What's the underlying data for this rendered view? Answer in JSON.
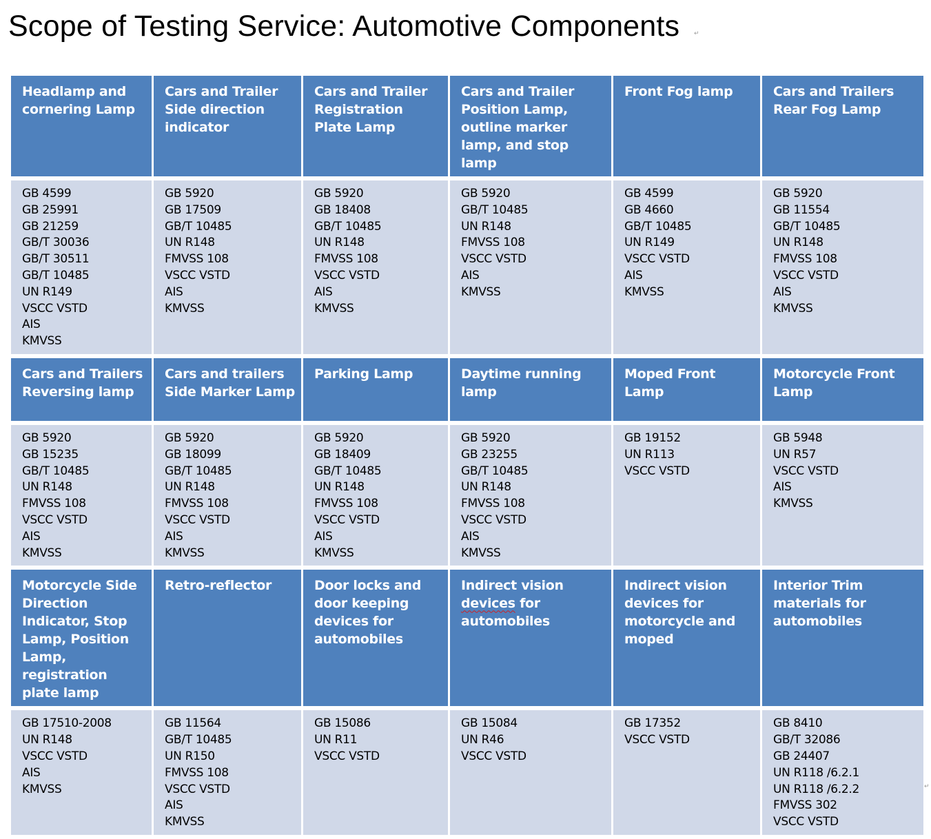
{
  "title": "Scope of Testing Service: Automotive Components",
  "rows": [
    {
      "headers": [
        "Headlamp and cornering Lamp",
        "Cars and Trailer Side direction indicator",
        "Cars and Trailer Registration Plate Lamp",
        "Cars and Trailer Position Lamp, outline marker lamp, and stop lamp",
        "Front Fog lamp",
        "Cars and Trailers Rear Fog Lamp"
      ],
      "standards": [
        [
          "GB 4599",
          "GB 25991",
          "GB 21259",
          "GB/T 30036",
          "GB/T 30511",
          "GB/T 10485",
          "UN R149",
          "VSCC VSTD",
          "AIS",
          "KMVSS"
        ],
        [
          "GB 5920",
          "GB 17509",
          "GB/T 10485",
          "UN R148",
          "FMVSS 108",
          "VSCC VSTD",
          "AIS",
          "KMVSS"
        ],
        [
          "GB 5920",
          "GB 18408",
          "GB/T 10485",
          "UN R148",
          "FMVSS 108",
          "VSCC VSTD",
          "AIS",
          "KMVSS"
        ],
        [
          "GB 5920",
          "GB/T 10485",
          "UN R148",
          "FMVSS 108",
          "VSCC VSTD",
          "AIS",
          "KMVSS"
        ],
        [
          "GB 4599",
          "GB 4660",
          "GB/T 10485",
          "UN R149",
          "VSCC VSTD",
          "AIS",
          "KMVSS"
        ],
        [
          "GB 5920",
          "GB 11554",
          "GB/T 10485",
          "UN R148",
          "FMVSS 108",
          "VSCC VSTD",
          "AIS",
          "KMVSS"
        ]
      ]
    },
    {
      "headers": [
        "Cars and Trailers Reversing lamp",
        "Cars and trailers Side Marker Lamp",
        "Parking Lamp",
        "Daytime running lamp",
        "Moped Front Lamp",
        "Motorcycle Front Lamp"
      ],
      "standards": [
        [
          "GB 5920",
          "GB 15235",
          "GB/T 10485",
          "UN R148",
          "FMVSS 108",
          "VSCC VSTD",
          "AIS",
          "KMVSS"
        ],
        [
          "GB 5920",
          "GB 18099",
          "GB/T 10485",
          "UN R148",
          "FMVSS 108",
          "VSCC VSTD",
          "AIS",
          "KMVSS"
        ],
        [
          "GB 5920",
          "GB 18409",
          "GB/T 10485",
          "UN R148",
          "FMVSS 108",
          "VSCC VSTD",
          "AIS",
          "KMVSS"
        ],
        [
          "GB 5920",
          "GB 23255",
          "GB/T 10485",
          "UN R148",
          "FMVSS 108",
          "VSCC VSTD",
          "AIS",
          "KMVSS"
        ],
        [
          "GB 19152",
          "UN R113",
          "VSCC VSTD"
        ],
        [
          "GB 5948",
          "UN R57",
          "VSCC VSTD",
          "AIS",
          "KMVSS"
        ]
      ]
    },
    {
      "headers": [
        "Motorcycle Side Direction Indicator, Stop Lamp, Position Lamp, registration plate lamp",
        "Retro-reflector",
        "Door locks and door keeping devices for automobiles",
        "Indirect vision devices for automobiles",
        "Indirect vision devices for motorcycle and moped",
        "Interior Trim materials for automobiles"
      ],
      "standards": [
        [
          "GB 17510-2008",
          "UN R148",
          "VSCC VSTD",
          "AIS",
          "KMVSS"
        ],
        [
          "GB 11564",
          "GB/T 10485",
          "UN R150",
          "FMVSS 108",
          "VSCC VSTD",
          "AIS",
          "KMVSS"
        ],
        [
          "GB 15086",
          "UN R11",
          "VSCC VSTD"
        ],
        [
          "GB 15084",
          "UN R46",
          "VSCC VSTD"
        ],
        [
          "GB 17352",
          "VSCC VSTD"
        ],
        [
          "GB 8410",
          "GB/T 32086",
          "GB 24407",
          "UN R118 /6.2.1",
          "UN R118 /6.2.2",
          "FMVSS 302",
          "VSCC VSTD"
        ]
      ]
    }
  ]
}
